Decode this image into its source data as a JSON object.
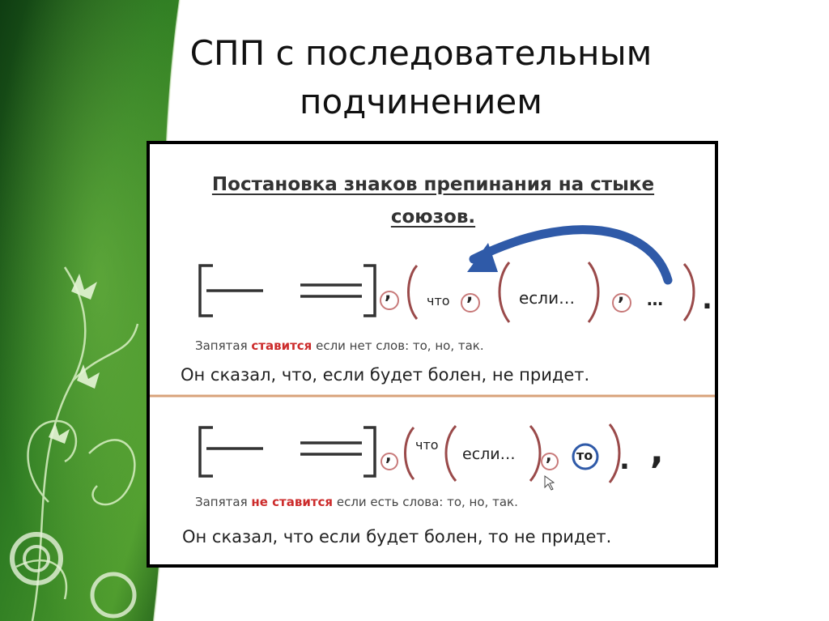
{
  "slide": {
    "title": "СПП с последовательным подчинением"
  },
  "frame": {
    "heading": "Постановка знаков препинания на стыке союзов.",
    "top_scheme": {
      "comma_1": ",",
      "word_chto": "что",
      "comma_2": ",",
      "word_esli": "если…",
      "comma_3": ",",
      "ellipsis": "…",
      "period": "."
    },
    "rule_1": {
      "prefix": "Запятая",
      "highlight": "ставится",
      "suffix": "если нет слов: то, но, так."
    },
    "example_1": "Он сказал, что, если будет болен, не придет.",
    "bottom_scheme": {
      "comma_1": ",",
      "word_chto": "что",
      "word_esli": "если…",
      "comma_2": ",",
      "word_to": "то",
      "period": ".",
      "comma_big": ","
    },
    "rule_2": {
      "prefix": "Запятая",
      "highlight": "не ставится",
      "suffix": "если есть слова: то, но, так."
    },
    "example_2": "Он сказал, что если будет болен, то не придет."
  },
  "colors": {
    "green_dark": "#1e5a1e",
    "green_light": "#5aa62e",
    "red_highlight": "#cc2b2b",
    "bracket_red": "#9a4a4a",
    "arrow_blue": "#2f5aa8",
    "divider": "#d8a27a"
  }
}
